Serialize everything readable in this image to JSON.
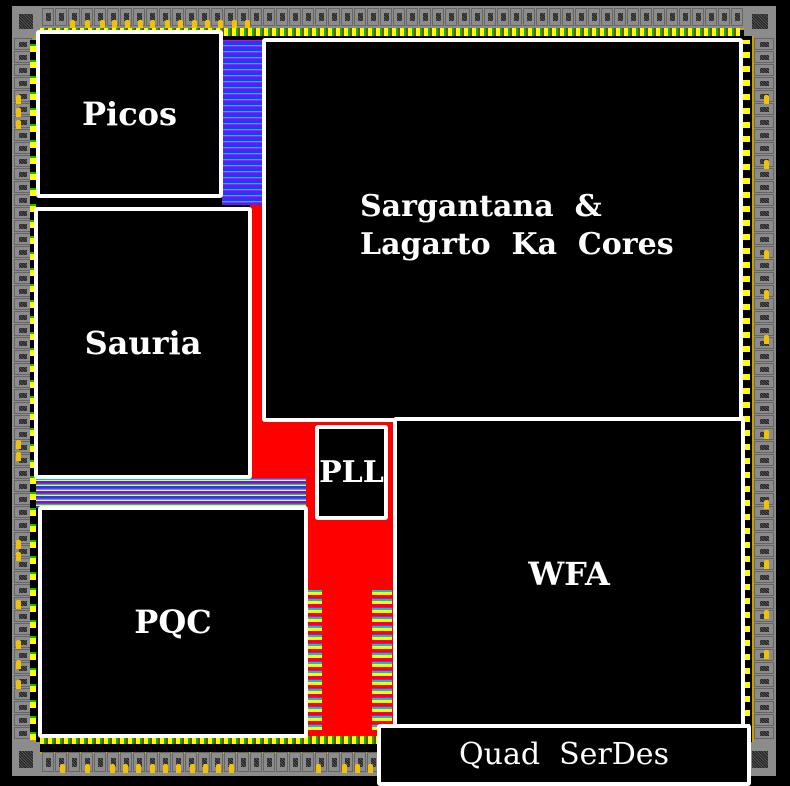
{
  "blocks": {
    "picos": {
      "label": "Picos"
    },
    "sauria": {
      "label": "Sauria"
    },
    "cores": {
      "label": "Sargantana  &\nLagarto  Ka  Cores"
    },
    "pll": {
      "label": "PLL"
    },
    "wfa": {
      "label": "WFA"
    },
    "pqc": {
      "label": "PQC"
    },
    "serdes": {
      "label": "Quad  SerDes"
    }
  },
  "colors": {
    "background": "#000000",
    "block_border": "#ffffff",
    "pad_ring": "#8c8c8c",
    "pin": "#f2c200",
    "power_fill": "#ff0000",
    "routing_blue": "#3030ff",
    "routing_cyan": "#00c8c8",
    "routing_magenta": "#e000e0",
    "routing_yellow": "#ffff00",
    "routing_green": "#00c000"
  }
}
